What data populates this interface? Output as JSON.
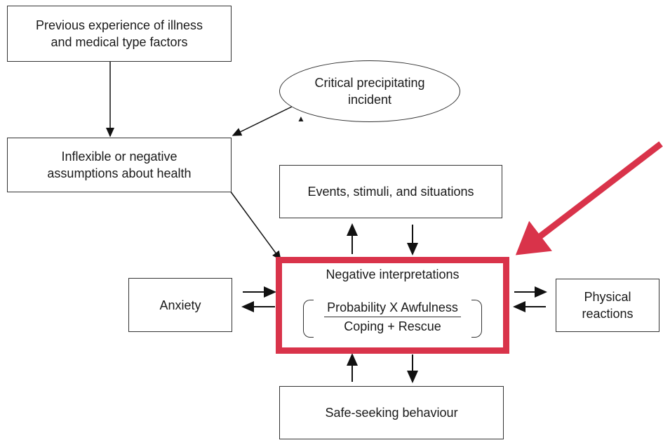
{
  "boxes": {
    "previous_experience": {
      "line1": "Previous experience of illness",
      "line2": "and medical type factors"
    },
    "critical_incident": {
      "line1": "Critical precipitating",
      "line2": "incident"
    },
    "inflexible_assumptions": {
      "line1": "Inflexible or negative",
      "line2": "assumptions about health"
    },
    "events": {
      "text": "Events, stimuli, and situations"
    },
    "negative_interpretations": {
      "title": "Negative interpretations",
      "numerator": "Probability X Awfulness",
      "denominator": "Coping + Rescue"
    },
    "anxiety": {
      "text": "Anxiety"
    },
    "physical_reactions": {
      "line1": "Physical",
      "line2": "reactions"
    },
    "safe_seeking": {
      "text": "Safe-seeking behaviour"
    }
  },
  "colors": {
    "highlight": "#d9334a",
    "line": "#111111"
  }
}
